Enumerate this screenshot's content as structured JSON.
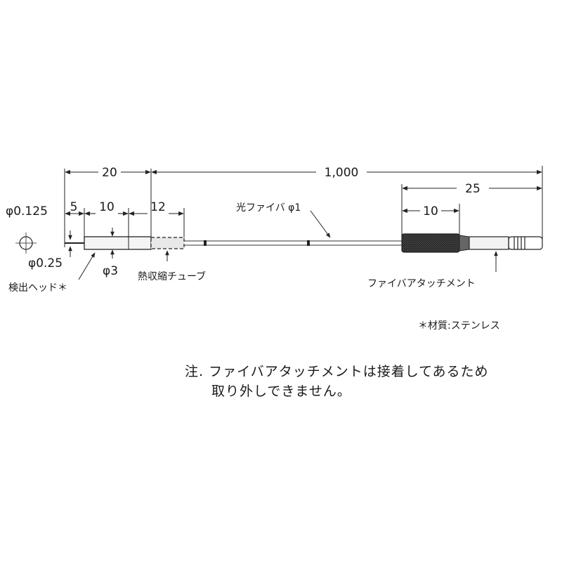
{
  "dimensions": {
    "d20": "20",
    "d1000": "1,000",
    "d25": "25",
    "d5": "5",
    "d10_head": "10",
    "d12": "12",
    "d10_attach": "10"
  },
  "labels": {
    "phi0125": "φ0.125",
    "phi025": "φ0.25",
    "phi3": "φ3",
    "head": "検出ヘッド＊",
    "shrink_tube": "熱収縮チューブ",
    "fiber": "光ファイバ φ1",
    "attachment": "ファイバアタッチメント",
    "material": "＊材質:ステンレス"
  },
  "note": {
    "line1": "注. ファイバアタッチメントは接着してあるため",
    "line2": "取り外しできません。"
  }
}
